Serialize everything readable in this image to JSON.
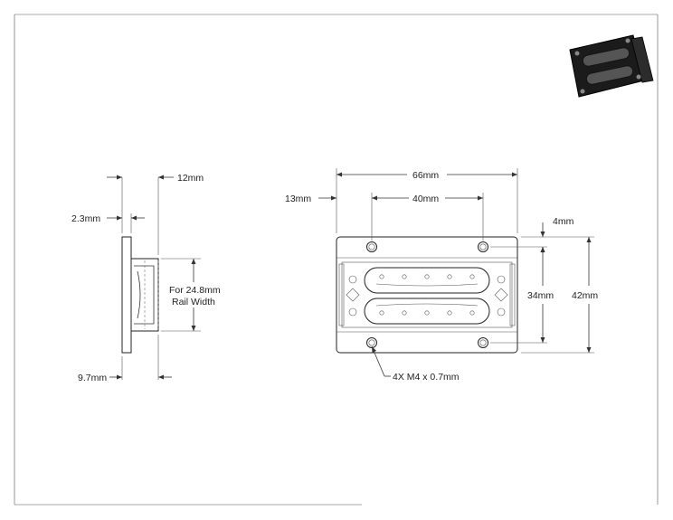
{
  "dimensions": {
    "side_thickness": "2.3mm",
    "side_depth_top": "12mm",
    "side_depth_bottom": "9.7mm",
    "rail_note_line1": "For 24.8mm",
    "rail_note_line2": "Rail Width",
    "overall_width": "66mm",
    "hole_spacing_x": "40mm",
    "edge_offset_x": "13mm",
    "edge_offset_y": "4mm",
    "hole_spacing_y": "34mm",
    "overall_height": "42mm",
    "hole_callout": "4X M4 x 0.7mm"
  }
}
